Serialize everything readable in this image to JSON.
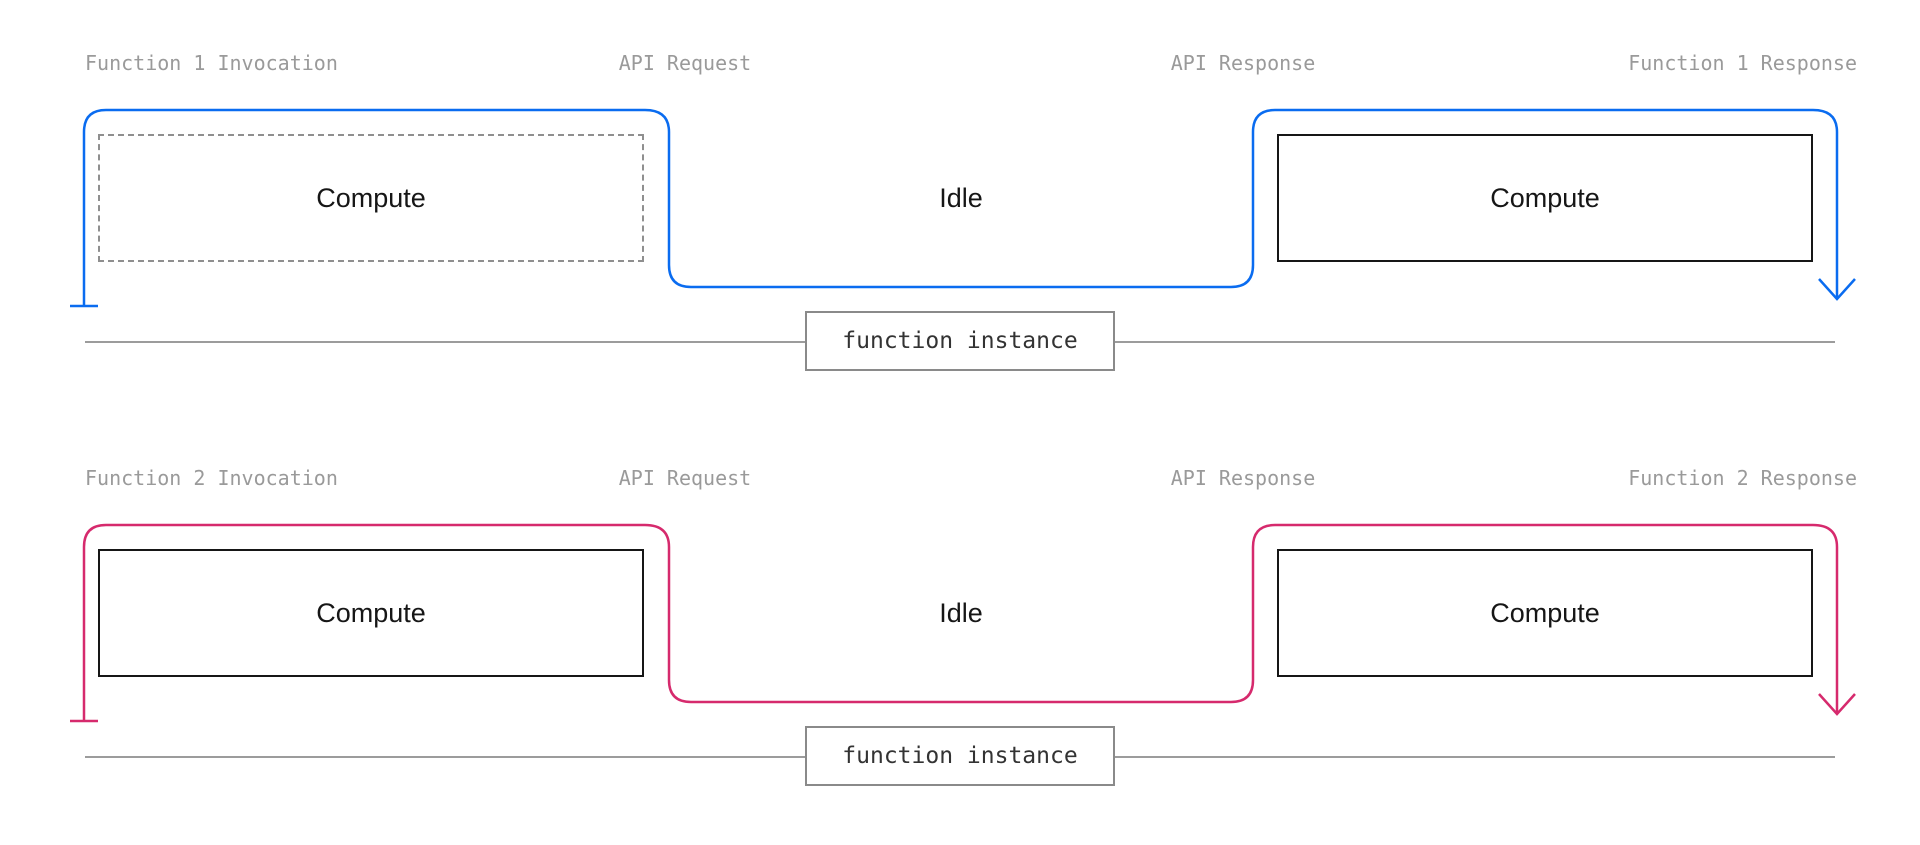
{
  "diagram": {
    "background_color": "#ffffff",
    "label_color": "#9a9a9a",
    "timeline_color": "#9c9c9c",
    "rows": [
      {
        "id": "function-1",
        "line_color": "#0a6cf0",
        "labels": {
          "invocation": "Function 1 Invocation",
          "api_request": "API Request",
          "api_response": "API Response",
          "response": "Function 1 Response"
        },
        "compute_left": "Compute",
        "idle": "Idle",
        "compute_right": "Compute",
        "timeline_label": "function instance",
        "compute_left_border": "dashed"
      },
      {
        "id": "function-2",
        "line_color": "#d62a6d",
        "labels": {
          "invocation": "Function 2 Invocation",
          "api_request": "API Request",
          "api_response": "API Response",
          "response": "Function 2 Response"
        },
        "compute_left": "Compute",
        "idle": "Idle",
        "compute_right": "Compute",
        "timeline_label": "function instance",
        "compute_left_border": "solid"
      }
    ]
  }
}
